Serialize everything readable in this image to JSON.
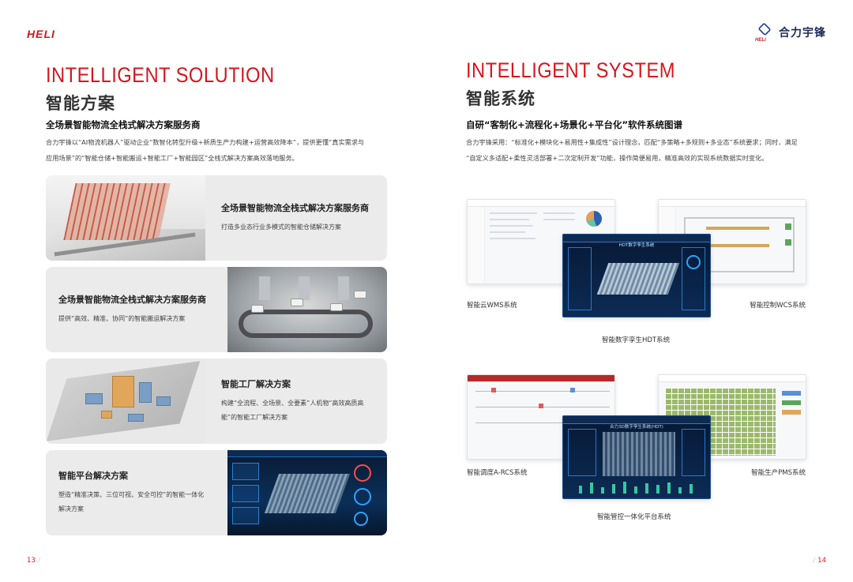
{
  "brand": {
    "left_logo": "HELI",
    "right_logo_cn": "合力宇锋",
    "right_logo_sub": "HELI"
  },
  "left": {
    "title_en": "INTELLIGENT SOLUTION",
    "title_cn": "智能方案",
    "subhead": "全场景智能物流全栈式解决方案服务商",
    "para_line1": "合力宇锋以“AI物流机器人”驱动企业“数智化转型升级+新质生产力构建+运营高效降本”，提供更懂“真实需求与",
    "para_line2": "应用场景”的“智能仓储+智能搬运+智能工厂+智能园区”全栈式解决方案高效落地服务。",
    "cards": [
      {
        "title": "全场景智能物流全栈式解决方案服务商",
        "desc_line1": "打造多业态行业多模式的智能仓储解决方案",
        "desc_line2": ""
      },
      {
        "title": "全场景智能物流全栈式解决方案服务商",
        "desc_line1": "提供“高效、精准、协同”的智能搬运解决方案",
        "desc_line2": ""
      },
      {
        "title": "智能工厂解决方案",
        "desc_line1": "构建“全流程、全场景、全要素”人机物“高效高质高",
        "desc_line2": "能”的智能工厂解决方案"
      },
      {
        "title": "智能平台解决方案",
        "desc_line1": "塑造“精准决策、三位可视、安全可控”的智能一体化",
        "desc_line2": "解决方案"
      }
    ]
  },
  "right": {
    "title_en": "INTELLIGENT SYSTEM",
    "title_cn": "智能系统",
    "subhead": "自研“客制化+流程化+场景化+平台化”软件系统图谱",
    "para_line1": "合力宇锋采用：“标准化+模块化+易用性+集成性”设计理念，匹配“多策略+多规则+多业态”系统要求；同时，满足",
    "para_line2": "“自定义多适配+柔性灵活部署+二次定制开发”功能，操作简便易用，精准高效的实现系统数据实时变化。",
    "labels": {
      "wms": "智能云WMS系统",
      "wcs": "智能控制WCS系统",
      "hdt": "智能数字孪生HDT系统",
      "rcs": "智能调度A-RCS系统",
      "pms": "智能生产PMS系统",
      "platform": "智能管控一体化平台系统"
    },
    "shot_titles": {
      "hdt": "HDT数字孪生系统",
      "platform": "合力3D数字孪生系统(HDT)"
    }
  },
  "page_numbers": {
    "left": "13",
    "right": "14",
    "sep": "/"
  },
  "colors": {
    "brand_red": "#d6161f",
    "brand_blue": "#1d3d8f"
  }
}
